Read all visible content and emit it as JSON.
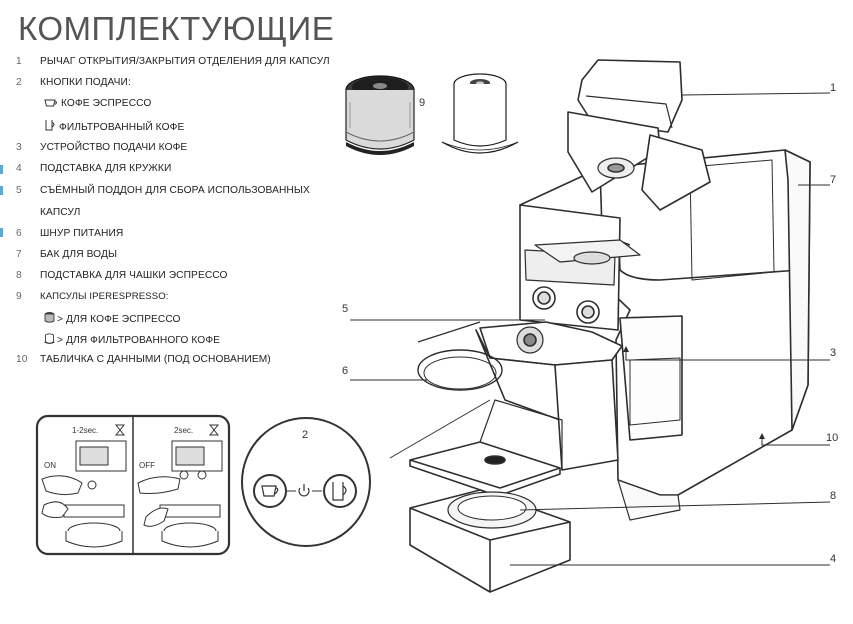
{
  "title": "КОМПЛЕКТУЮЩИЕ",
  "parts": [
    {
      "num": "1",
      "text": "РЫЧАГ ОТКРЫТИЯ/ЗАКРЫТИЯ ОТДЕЛЕНИЯ ДЛЯ КАПСУЛ"
    },
    {
      "num": "2",
      "text": "КНОПКИ ПОДАЧИ:"
    },
    {
      "num": "",
      "text": "КОФЕ ЭСПРЕССО",
      "icon": "espresso-cup-icon"
    },
    {
      "num": "",
      "text": "ФИЛЬТРОВАННЫЙ КОФЕ",
      "icon": "mug-icon"
    },
    {
      "num": "3",
      "text": "УСТРОЙСТВО ПОДАЧИ КОФЕ"
    },
    {
      "num": "4",
      "text": "ПОДСТАВКА ДЛЯ КРУЖКИ"
    },
    {
      "num": "5",
      "text": "СЪЁМНЫЙ ПОДДОН ДЛЯ СБОРА ИСПОЛЬЗОВАННЫХ"
    },
    {
      "num": "",
      "text": "КАПСУЛ"
    },
    {
      "num": "6",
      "text": "ШНУР ПИТАНИЯ"
    },
    {
      "num": "7",
      "text": "БАК ДЛЯ ВОДЫ"
    },
    {
      "num": "8",
      "text": "ПОДСТАВКА ДЛЯ ЧАШКИ ЭСПРЕССО"
    },
    {
      "num": "9",
      "text": "КАПСУЛЫ IPERESPRESSO:"
    },
    {
      "num": "",
      "text": "> ДЛЯ КОФЕ ЭСПРЕССО",
      "icon": "espresso-capsule-icon"
    },
    {
      "num": "",
      "text": "> ДЛЯ ФИЛЬТРОВАННОГО КОФЕ",
      "icon": "filter-capsule-icon"
    },
    {
      "num": "10",
      "text": "ТАБЛИЧКА С ДАННЫМИ (ПОД ОСНОВАНИЕМ)"
    }
  ],
  "diagram": {
    "callouts": [
      "1",
      "7",
      "3",
      "10",
      "8",
      "4",
      "5",
      "6",
      "9",
      "2"
    ],
    "buttons_panel_label": "2",
    "instruction_left": {
      "timing": "1-2sec.",
      "state": "ON"
    },
    "instruction_right": {
      "timing": "2sec.",
      "state": "OFF"
    }
  },
  "colors": {
    "line": "#2e2e2e",
    "text": "#222222",
    "accent": "#5aa9d6"
  }
}
